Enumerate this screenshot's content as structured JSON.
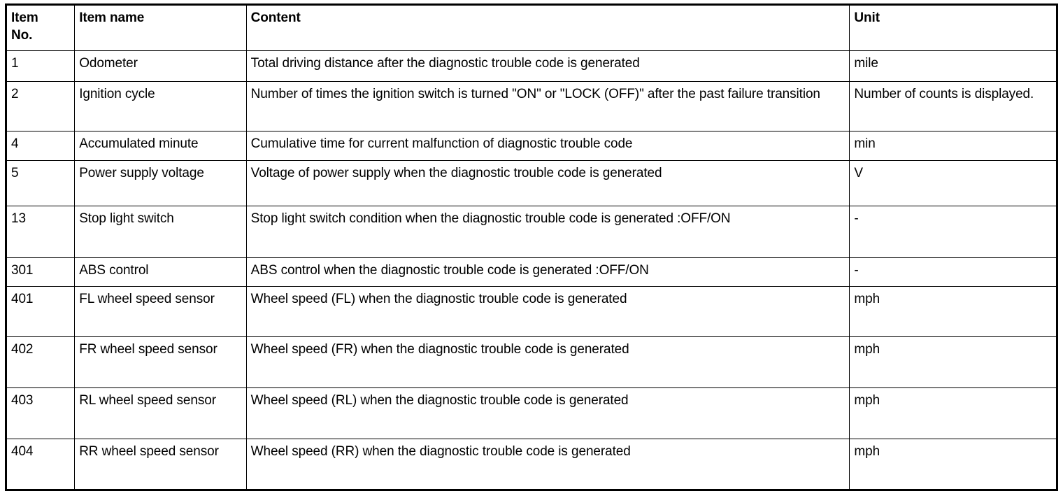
{
  "table": {
    "name": "freeze-frame-data-items",
    "columns": [
      {
        "key": "item_no",
        "label": "Item\nNo."
      },
      {
        "key": "item_name",
        "label": "Item name"
      },
      {
        "key": "content",
        "label": "Content"
      },
      {
        "key": "unit",
        "label": "Unit"
      }
    ],
    "headers": {
      "item_no_line1": "Item",
      "item_no_line2": "No.",
      "item_name": "Item name",
      "content": "Content",
      "unit": "Unit"
    },
    "rows": [
      {
        "item_no": "1",
        "item_name": "Odometer",
        "content": "Total driving distance after the diagnostic trouble code is generated",
        "unit": "mile"
      },
      {
        "item_no": "2",
        "item_name": "Ignition cycle",
        "content": "Number of times the ignition switch is turned \"ON\" or \"LOCK (OFF)\" after the past failure transition",
        "unit": "Number of counts is displayed."
      },
      {
        "item_no": "4",
        "item_name": "Accumulated minute",
        "content": "Cumulative time for current malfunction of diagnostic trouble code",
        "unit": "min"
      },
      {
        "item_no": "5",
        "item_name": "Power supply voltage",
        "content": "Voltage of power supply when the diagnostic trouble code is generated",
        "unit": "V"
      },
      {
        "item_no": "13",
        "item_name": "Stop light switch",
        "content": "Stop light switch condition when the diagnostic trouble code is generated :OFF/ON",
        "unit": "-"
      },
      {
        "item_no": "301",
        "item_name": "ABS control",
        "content": "ABS control when the diagnostic trouble code is generated :OFF/ON",
        "unit": "-"
      },
      {
        "item_no": "401",
        "item_name": "FL wheel speed sensor",
        "content": "Wheel speed (FL) when the diagnostic trouble code is generated",
        "unit": "mph"
      },
      {
        "item_no": "402",
        "item_name": "FR wheel speed sensor",
        "content": "Wheel speed (FR) when the diagnostic trouble code is generated",
        "unit": "mph"
      },
      {
        "item_no": "403",
        "item_name": "RL wheel speed sensor",
        "content": "Wheel speed (RL) when the diagnostic trouble code is generated",
        "unit": "mph"
      },
      {
        "item_no": "404",
        "item_name": "RR wheel speed sensor",
        "content": "Wheel speed (RR) when the diagnostic trouble code is generated",
        "unit": "mph"
      }
    ]
  },
  "colors": {
    "border": "#000000",
    "text": "#000000",
    "background": "#ffffff"
  }
}
